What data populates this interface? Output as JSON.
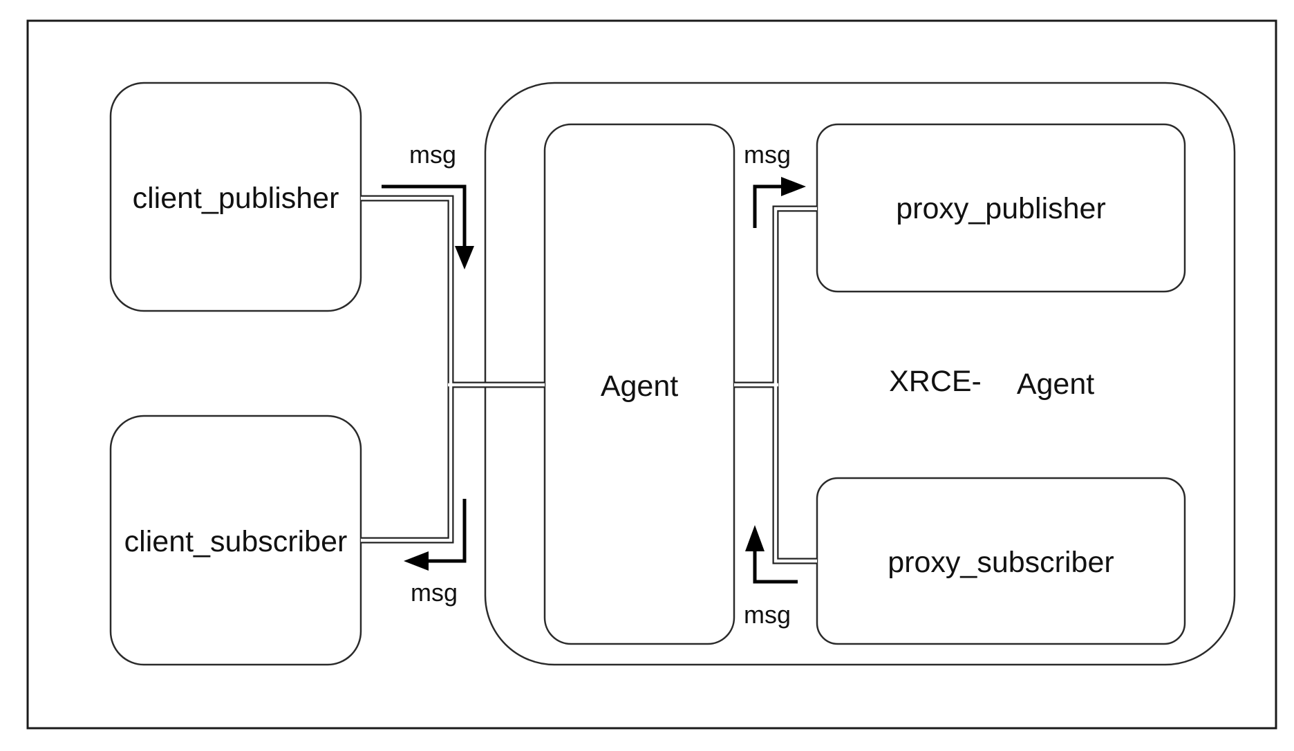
{
  "diagram": {
    "nodes": {
      "client_publisher": "client_publisher",
      "client_subscriber": "client_subscriber",
      "agent": "Agent",
      "proxy_publisher": "proxy_publisher",
      "proxy_subscriber": "proxy_subscriber",
      "xrce_agent_part1": "XRCE-",
      "xrce_agent_part2": "Agent"
    },
    "edge_labels": {
      "client_to_agent": "msg",
      "agent_to_client": "msg",
      "agent_to_proxy": "msg",
      "proxy_to_agent": "msg"
    },
    "colors": {
      "stroke": "#222222",
      "background": "#ffffff",
      "text": "#111111"
    }
  }
}
